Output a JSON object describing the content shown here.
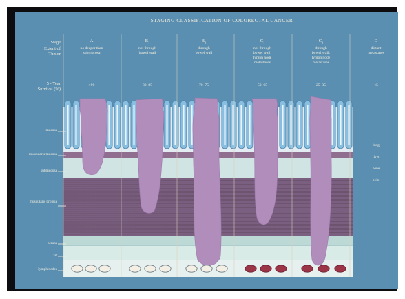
{
  "title": "STAGING CLASSIFICATION OF COLORECTAL CANCER",
  "row_labels": {
    "stage": "Stage",
    "extent": [
      "Extent of",
      "Tumor"
    ],
    "survival": [
      "5 - Year",
      "Survival (%)"
    ]
  },
  "stages": [
    {
      "stage": "A",
      "sub": "",
      "extent": [
        "no deeper than",
        "submucosa"
      ],
      "survival": ">90",
      "lymph_positive": false
    },
    {
      "stage": "B",
      "sub": "1",
      "extent": [
        "not through",
        "bowel wall"
      ],
      "survival": "80–85",
      "lymph_positive": false
    },
    {
      "stage": "B",
      "sub": "2",
      "extent": [
        "through",
        "bowel wall"
      ],
      "survival": "70–75",
      "lymph_positive": false
    },
    {
      "stage": "C",
      "sub": "1",
      "extent": [
        "not through",
        "bowel wall;",
        "lymph node",
        "metastases"
      ],
      "survival": "50–65",
      "lymph_positive": true
    },
    {
      "stage": "C",
      "sub": "2",
      "extent": [
        "through",
        "bowel wall;",
        "lymph node",
        "metastases"
      ],
      "survival": "25–35",
      "lymph_positive": true
    },
    {
      "stage": "D",
      "sub": "",
      "extent": [
        "distant",
        "metastases"
      ],
      "survival": "<5",
      "lymph_positive": false
    }
  ],
  "layer_labels": [
    "mucosa",
    "muscularis mucosa",
    "submucosa",
    "muscularis propria",
    "serosa",
    "fat",
    "lymph nodes"
  ],
  "distant_sites": [
    "lung",
    "liver",
    "bone",
    "skin"
  ],
  "colors": {
    "board": "#5a8fb2",
    "text": "#f3eedc",
    "tumor": "#b18dbc",
    "propria": "#7a5f80",
    "submucosa": "#cfe4e3",
    "serosa": "#bcd9d6",
    "lymph_negative": "#f3efe4",
    "lymph_positive": "#9c3548",
    "crypt": "#88bfe0"
  }
}
